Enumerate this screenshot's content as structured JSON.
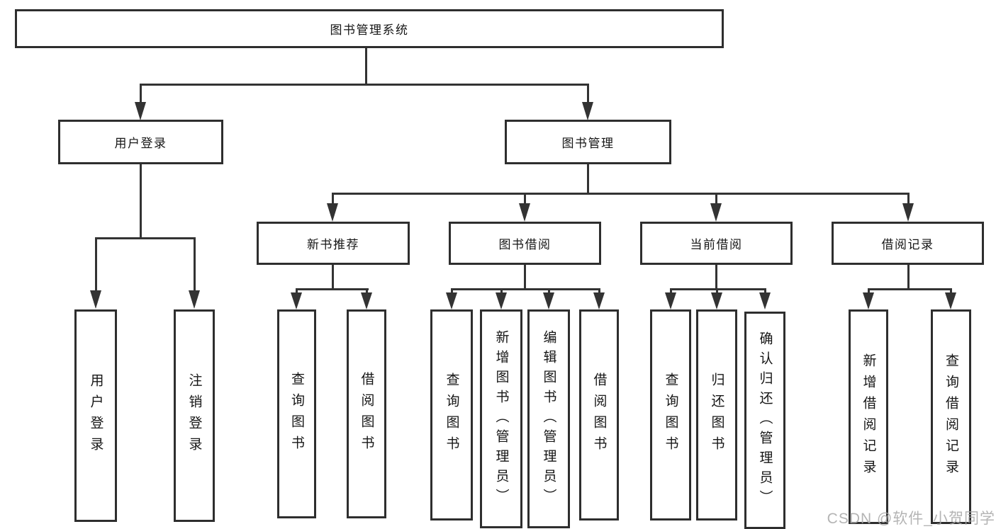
{
  "colors": {
    "line": "#333333",
    "box_border": "#2e2e2e",
    "box_fill": "#ffffff",
    "text": "#161616",
    "watermark": "#a8a8a8"
  },
  "watermark": {
    "text": "CSDN @软件_小贺同学"
  },
  "tree": {
    "root": {
      "label": "图书管理系统"
    },
    "children": [
      {
        "label": "用户登录",
        "children": [
          {
            "label": "用户登录"
          },
          {
            "label": "注销登录"
          }
        ]
      },
      {
        "label": "图书管理",
        "children": [
          {
            "label": "新书推荐",
            "children": [
              {
                "label": "查询图书"
              },
              {
                "label": "借阅图书"
              }
            ]
          },
          {
            "label": "图书借阅",
            "children": [
              {
                "label": "查询图书"
              },
              {
                "label": "新增图书（管理员）"
              },
              {
                "label": "编辑图书（管理员）"
              },
              {
                "label": "借阅图书"
              }
            ]
          },
          {
            "label": "当前借阅",
            "children": [
              {
                "label": "查询图书"
              },
              {
                "label": "归还图书"
              },
              {
                "label": "确认归还（管理员）"
              }
            ]
          },
          {
            "label": "借阅记录",
            "children": [
              {
                "label": "新增借阅记录"
              },
              {
                "label": "查询借阅记录"
              }
            ]
          }
        ]
      }
    ]
  }
}
